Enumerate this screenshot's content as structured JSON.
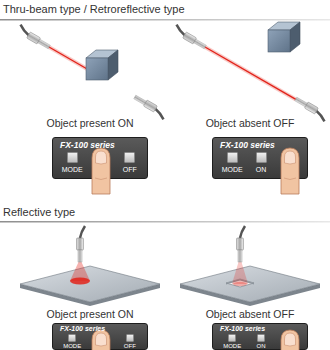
{
  "diagram": {
    "nodes": [
      {
        "text": [
          "FX-100 series",
          "MODE",
          "OFF"
        ]
      },
      {
        "text": [
          "FX-100 series",
          "MODE",
          "ON"
        ]
      },
      {
        "text": [
          "FX-100 series",
          "MODE",
          "OFF"
        ]
      },
      {
        "text": [
          "FX-100 series",
          "MODE",
          "ON"
        ]
      }
    ],
    "labels": [
      "Thru-beam type / Retroreflective type",
      "Object present ON",
      "Object absent OFF",
      "Reflective type",
      "Object present ON",
      "Object absent OFF"
    ]
  }
}
